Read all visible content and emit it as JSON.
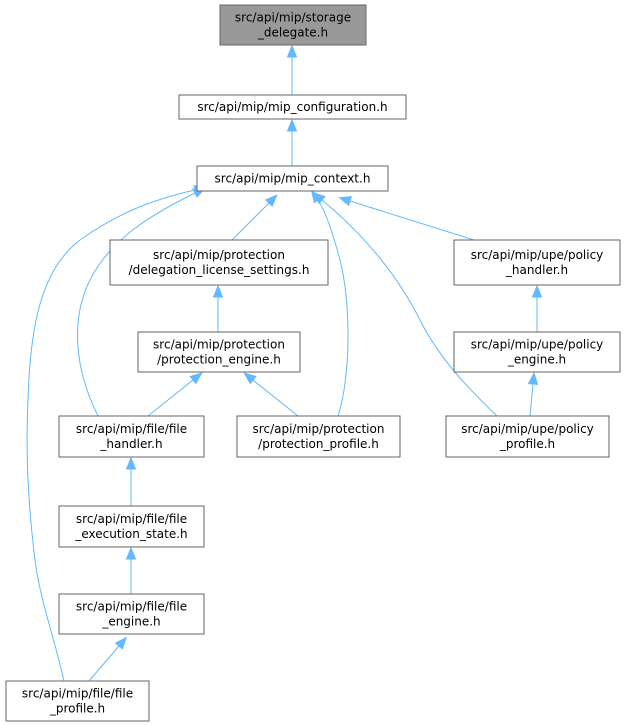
{
  "diagram": {
    "nodes": [
      {
        "id": "storage_delegate",
        "lines": [
          "src/api/mip/storage",
          "_delegate.h"
        ],
        "highlight": true
      },
      {
        "id": "mip_configuration",
        "lines": [
          "src/api/mip/mip_configuration.h"
        ]
      },
      {
        "id": "mip_context",
        "lines": [
          "src/api/mip/mip_context.h"
        ]
      },
      {
        "id": "delegation_license_settings",
        "lines": [
          "src/api/mip/protection",
          "/delegation_license_settings.h"
        ]
      },
      {
        "id": "upe_policy_handler",
        "lines": [
          "src/api/mip/upe/policy",
          "_handler.h"
        ]
      },
      {
        "id": "protection_engine",
        "lines": [
          "src/api/mip/protection",
          "/protection_engine.h"
        ]
      },
      {
        "id": "upe_policy_engine",
        "lines": [
          "src/api/mip/upe/policy",
          "_engine.h"
        ]
      },
      {
        "id": "file_handler",
        "lines": [
          "src/api/mip/file/file",
          "_handler.h"
        ]
      },
      {
        "id": "protection_profile",
        "lines": [
          "src/api/mip/protection",
          "/protection_profile.h"
        ]
      },
      {
        "id": "upe_policy_profile",
        "lines": [
          "src/api/mip/upe/policy",
          "_profile.h"
        ]
      },
      {
        "id": "file_execution_state",
        "lines": [
          "src/api/mip/file/file",
          "_execution_state.h"
        ]
      },
      {
        "id": "file_engine",
        "lines": [
          "src/api/mip/file/file",
          "_engine.h"
        ]
      },
      {
        "id": "file_profile",
        "lines": [
          "src/api/mip/file/file",
          "_profile.h"
        ]
      }
    ],
    "edges": [
      {
        "from": "mip_configuration",
        "to": "storage_delegate"
      },
      {
        "from": "mip_context",
        "to": "mip_configuration"
      },
      {
        "from": "delegation_license_settings",
        "to": "mip_context"
      },
      {
        "from": "upe_policy_handler",
        "to": "mip_context"
      },
      {
        "from": "file_handler",
        "to": "mip_context"
      },
      {
        "from": "protection_profile",
        "to": "mip_context"
      },
      {
        "from": "upe_policy_profile",
        "to": "mip_context"
      },
      {
        "from": "file_profile",
        "to": "mip_context"
      },
      {
        "from": "protection_engine",
        "to": "delegation_license_settings"
      },
      {
        "from": "file_handler",
        "to": "protection_engine"
      },
      {
        "from": "protection_profile",
        "to": "protection_engine"
      },
      {
        "from": "upe_policy_engine",
        "to": "upe_policy_handler"
      },
      {
        "from": "upe_policy_profile",
        "to": "upe_policy_engine"
      },
      {
        "from": "file_execution_state",
        "to": "file_handler"
      },
      {
        "from": "file_engine",
        "to": "file_execution_state"
      },
      {
        "from": "file_profile",
        "to": "file_engine"
      }
    ],
    "colors": {
      "edge": "#63b8ff",
      "node_border": "#666666",
      "node_fill": "#ffffff",
      "highlight_fill": "#999999"
    }
  }
}
